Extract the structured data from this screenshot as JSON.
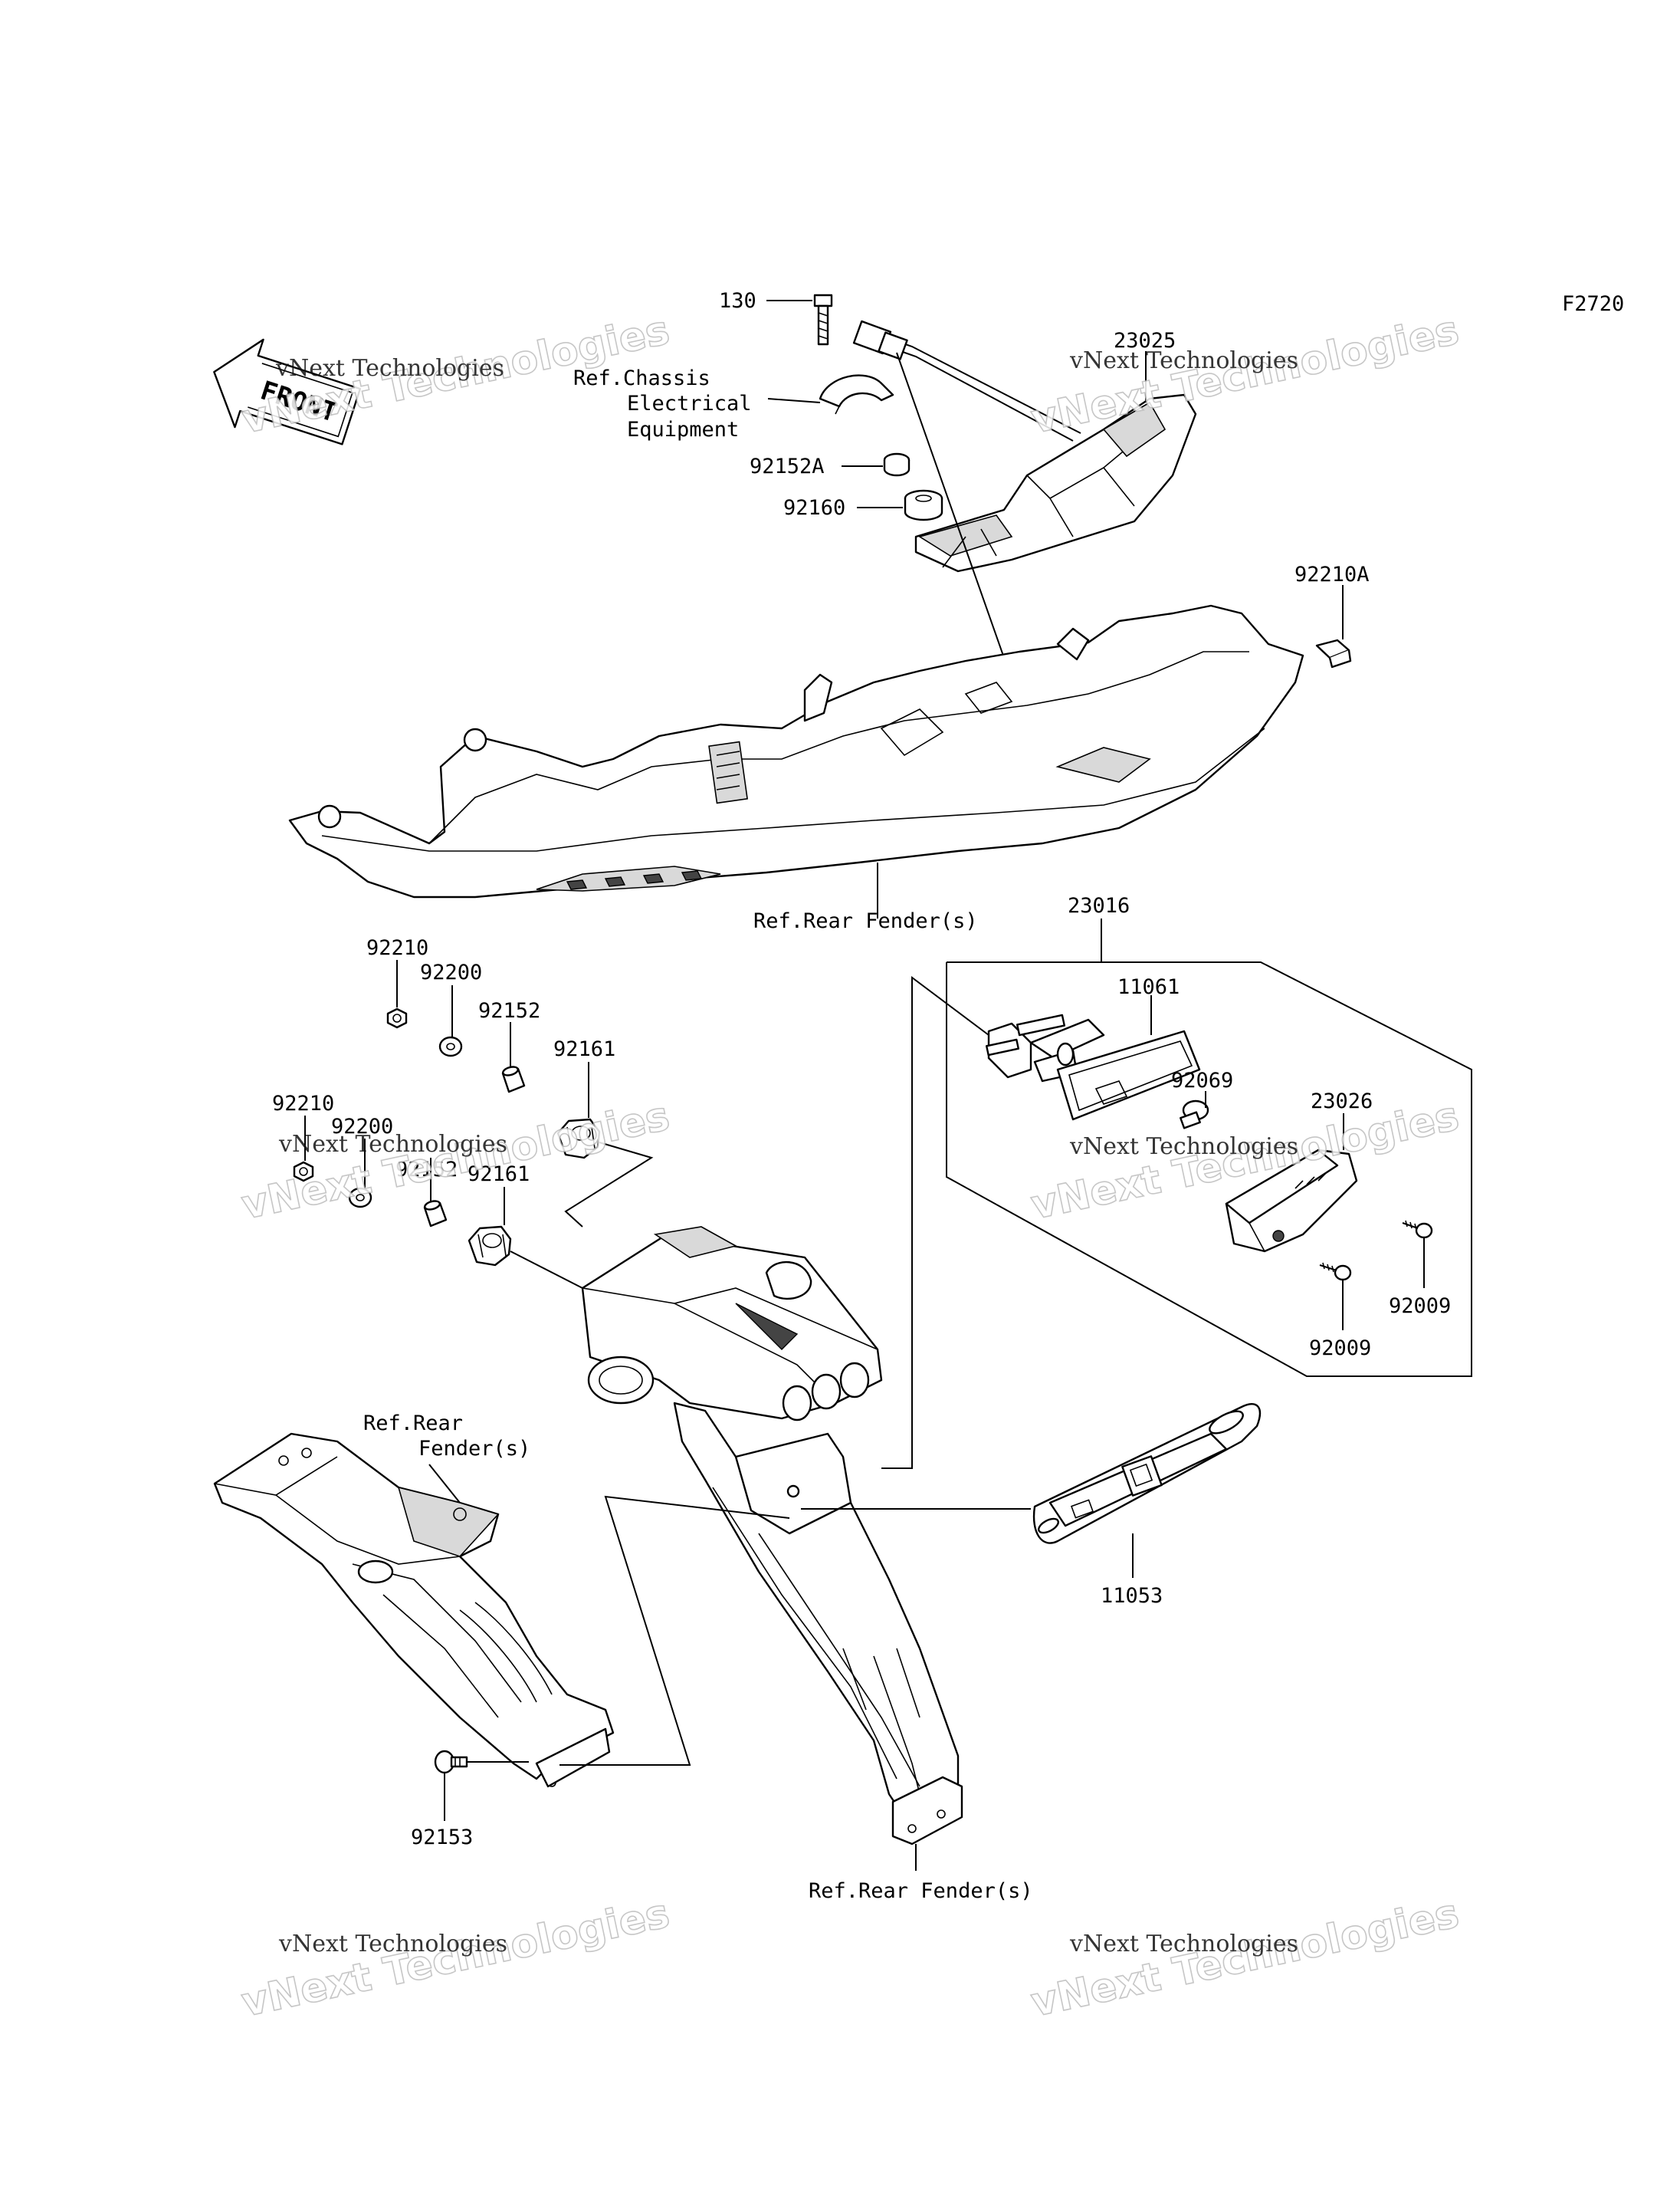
{
  "diagram_code": "F2720",
  "front_marker": "FRONT",
  "watermark": {
    "big": "vNext Technologies",
    "small": "vNext Technologies"
  },
  "labels": {
    "p130": "130",
    "ref_chassis_1": "Ref.Chassis",
    "ref_chassis_2": "Electrical",
    "ref_chassis_3": "Equipment",
    "p92152A": "92152A",
    "p92160": "92160",
    "p23025": "23025",
    "p92210A": "92210A",
    "ref_rear_fender_top": "Ref.Rear Fender(s)",
    "p23016": "23016",
    "p11061": "11061",
    "p92069": "92069",
    "p23026": "23026",
    "p92009_a": "92009",
    "p92009_b": "92009",
    "p92210_a": "92210",
    "p92200_a": "92200",
    "p92152_a": "92152",
    "p92161_a": "92161",
    "p92210_b": "92210",
    "p92200_b": "92200",
    "p92152_b": "92152",
    "p92161_b": "92161",
    "ref_rear_1": "Ref.Rear",
    "ref_rear_2": "Fender(s)",
    "p11053": "11053",
    "p92153": "92153",
    "ref_rear_fender_bottom": "Ref.Rear Fender(s)"
  }
}
